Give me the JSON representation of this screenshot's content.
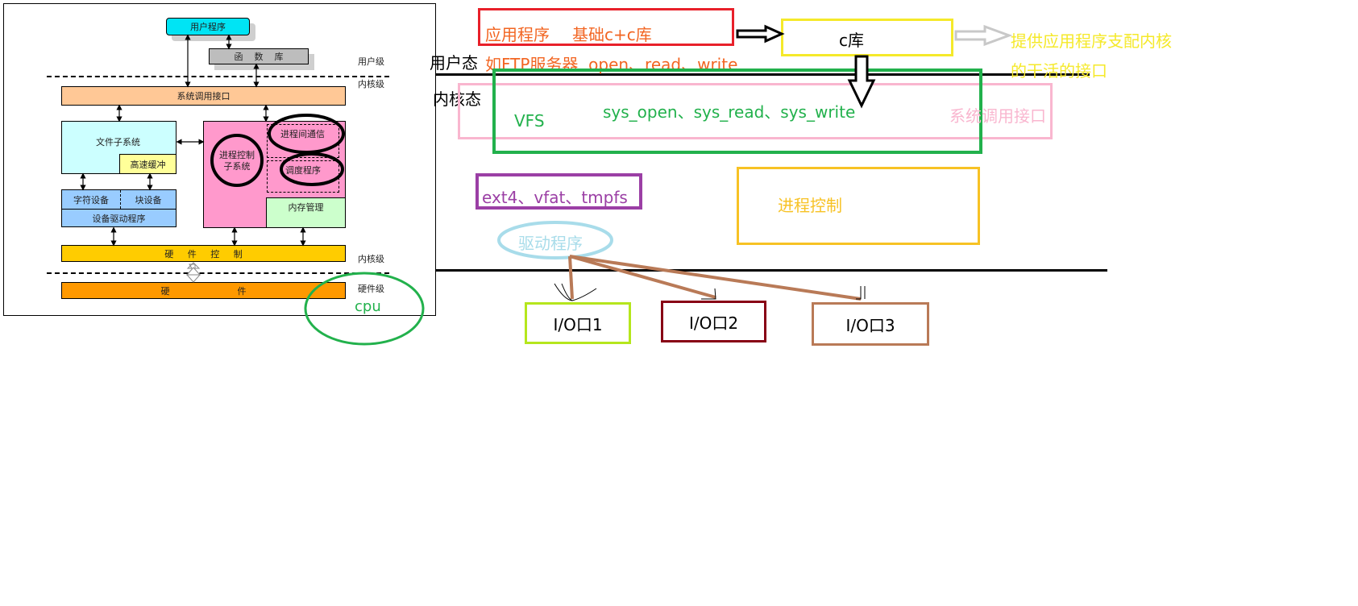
{
  "left_diagram": {
    "user_program": "用户程序",
    "function_lib": "函    数    库",
    "user_level": "用户级",
    "kernel_level": "内核级",
    "syscall_interface": "系统调用接口",
    "file_subsystem": "文件子系统",
    "high_speed_buffer": "高速缓冲",
    "char_device": "字符设备",
    "block_device": "块设备",
    "device_driver": "设备驱动程序",
    "process_control_subsystem": "进程控制\n子系统",
    "ipc": "进程间通信",
    "scheduler": "调度程序",
    "memory_management": "内存管理",
    "hardware_control": "硬     件     控     制",
    "kernel_level_2": "内核级",
    "hardware": "硬                        件",
    "hardware_level": "硬件级",
    "cpu_label": "cpu"
  },
  "right_diagram": {
    "app_program": "应用程序",
    "basic_c_lib": "基础c+c库",
    "c_lib": "c库",
    "provide_text_line1": "提供应用程序支配内核",
    "provide_text_line2": "的干活的接口",
    "user_mode": "用户态",
    "ftp_example": "如FTP服务器  open、read、write",
    "kernel_mode": "内核态",
    "vfs": "VFS",
    "sys_calls": "sys_open、sys_read、sys_write",
    "syscall_interface_pink": "系统调用接口",
    "fs_types": "ext4、vfat、tmpfs",
    "process_control": "进程控制",
    "driver": "驱动程序",
    "io1": "I/O口1",
    "io2": "I/O口2",
    "io3": "I/O口3"
  },
  "colors": {
    "red": "#e8202a",
    "orange_text": "#f26522",
    "yellow": "#f5e92a",
    "green": "#22b14c",
    "pink": "#f9b6cf",
    "purple": "#9b3fa5",
    "gold": "#f7c224",
    "light_blue": "#a8dcea",
    "lime": "#b5e61d",
    "dark_red": "#880015",
    "brown": "#b97a57"
  }
}
